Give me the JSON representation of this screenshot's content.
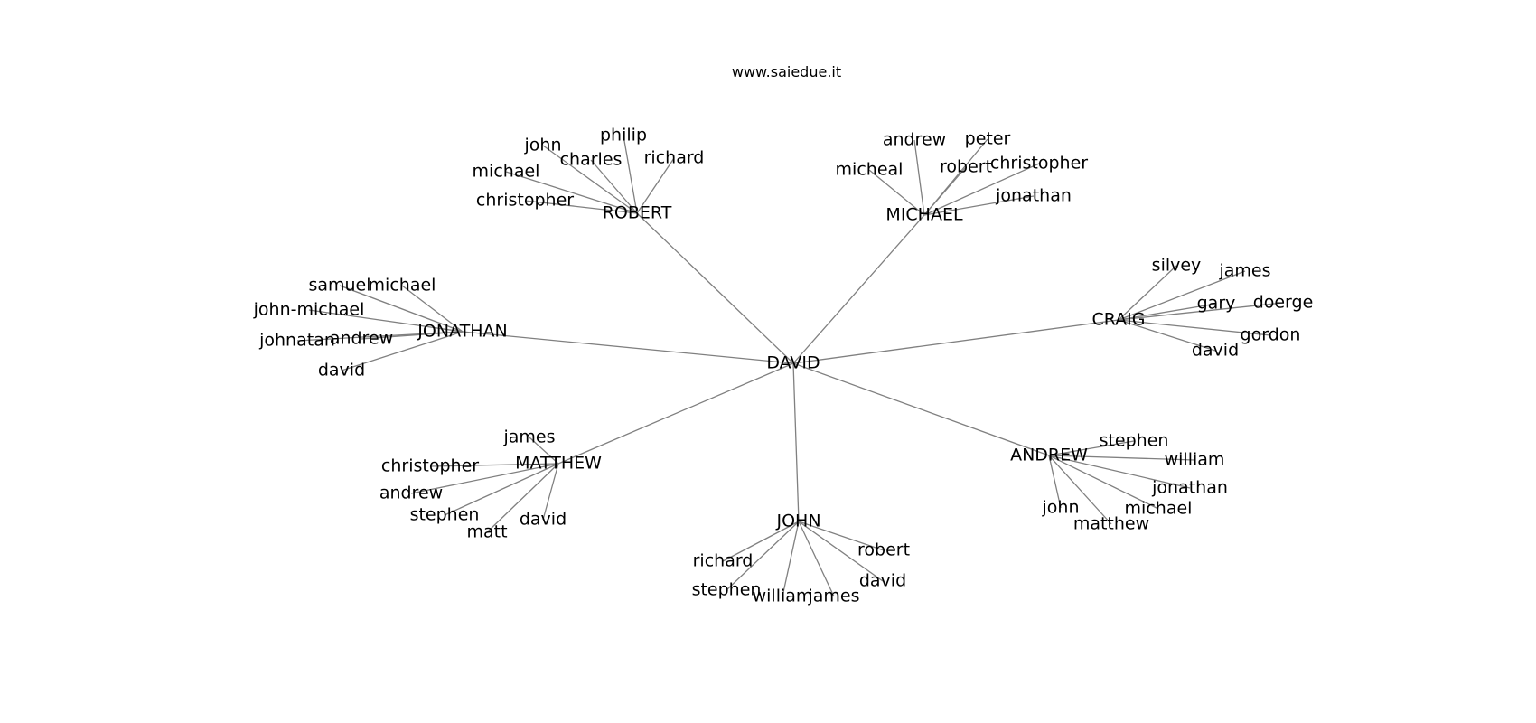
{
  "header": {
    "watermark": "www.saiedue.it"
  },
  "graph": {
    "root": {
      "id": "DAVID",
      "label": "DAVID"
    },
    "hubs": [
      {
        "id": "ROBERT",
        "label": "ROBERT",
        "children": [
          "john",
          "philip",
          "charles",
          "richard",
          "michael",
          "christopher"
        ]
      },
      {
        "id": "MICHAEL",
        "label": "MICHAEL",
        "children": [
          "andrew",
          "peter",
          "micheal",
          "robert",
          "christopher",
          "jonathan"
        ]
      },
      {
        "id": "CRAIG",
        "label": "CRAIG",
        "children": [
          "silvey",
          "james",
          "gary",
          "doerge",
          "gordon",
          "david"
        ]
      },
      {
        "id": "ANDREW",
        "label": "ANDREW",
        "children": [
          "stephen",
          "william",
          "jonathan",
          "michael",
          "matthew",
          "john"
        ]
      },
      {
        "id": "JOHN",
        "label": "JOHN",
        "children": [
          "richard",
          "robert",
          "stephen",
          "william",
          "james",
          "david"
        ]
      },
      {
        "id": "MATTHEW",
        "label": "MATTHEW",
        "children": [
          "james",
          "christopher",
          "andrew",
          "stephen",
          "matt",
          "david"
        ]
      },
      {
        "id": "JONATHAN",
        "label": "JONATHAN",
        "children": [
          "samuel",
          "michael",
          "john-michael",
          "johnatan",
          "andrew",
          "david"
        ]
      }
    ]
  }
}
